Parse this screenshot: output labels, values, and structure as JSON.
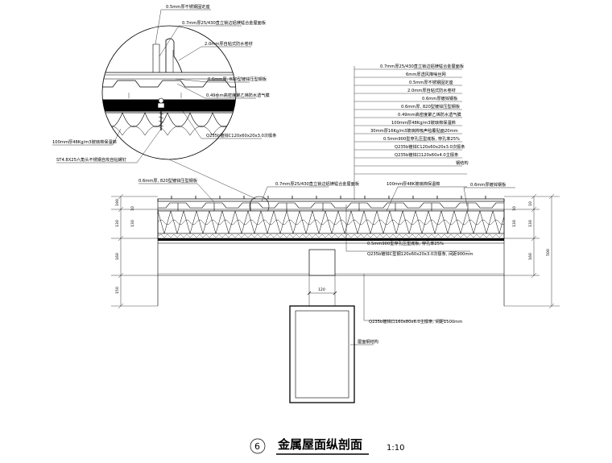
{
  "title": {
    "number": "6",
    "text": "金属屋面纵剖面",
    "scale": "1:10"
  },
  "detail_labels": [
    "0.5mm厚不锈钢固定座",
    "0.7mm厚25/430直立锁边铝镁锰合金屋面板",
    "2.0mm厚自粘式防水卷材",
    "0.6mm厚, 820型镀锌压型钢板",
    "0.49mm高密度聚乙烯防水透气膜",
    "Q235b镀锌C120x60x20x3.0次檩条",
    "100mm厚48Kg/m3玻璃棉保温棉",
    "ST4.8X25六角头不锈钢自攻自钻螺钉"
  ],
  "right_labels": [
    "0.7mm厚25/430直立锁边铝镁锰合金屋面板",
    "6mm厚透风降噪丝网",
    "0.5mm厚不锈钢固定座",
    "2.0mm厚自粘式防水卷材",
    "0.6mm厚镀锌钢板",
    "0.6mm厚, 820型镀锌压型钢板",
    "0.49mm高密度聚乙烯防水透气膜",
    "100mm厚48Kg/m3玻璃棉保温棉",
    "30mm厚16Kg/m3玻璃棉吸声毡覆贴面20mm",
    "0.5mm900型穿孔压型底板, 穿孔率25%",
    "Q235b镀锌C120x60x20x3.0次檩条",
    "Q235b镀锌口120x60x4.0主檩条",
    "钢结构"
  ],
  "section_labels": {
    "deck_left": "0.6mm厚, 820型镀锌压型钢板",
    "sheet_top": "0.7mm厚25/430直立锁边铝镁锰合金屋面板",
    "insul_top": "100mm厚48K玻璃棉保温棉",
    "plate_right": "0.6mm厚镀锌钢板",
    "perf": "0.5mm900型穿孔压型底板, 穿孔率25%",
    "purlin_c": "Q235b镀锌C型钢120x60x20x3.0次檩条, 间距900mm",
    "purlin_main": "Q235b镀锌口160x80x6.0主檩条, 间距1500mm",
    "steel": "屋面钢结构"
  },
  "dimensions": {
    "left": [
      "190",
      "130",
      "160",
      "150"
    ],
    "right_inner": [
      "10",
      "130",
      "160"
    ],
    "right_total": "500",
    "width_120": "120",
    "small": [
      "10",
      "130"
    ]
  }
}
